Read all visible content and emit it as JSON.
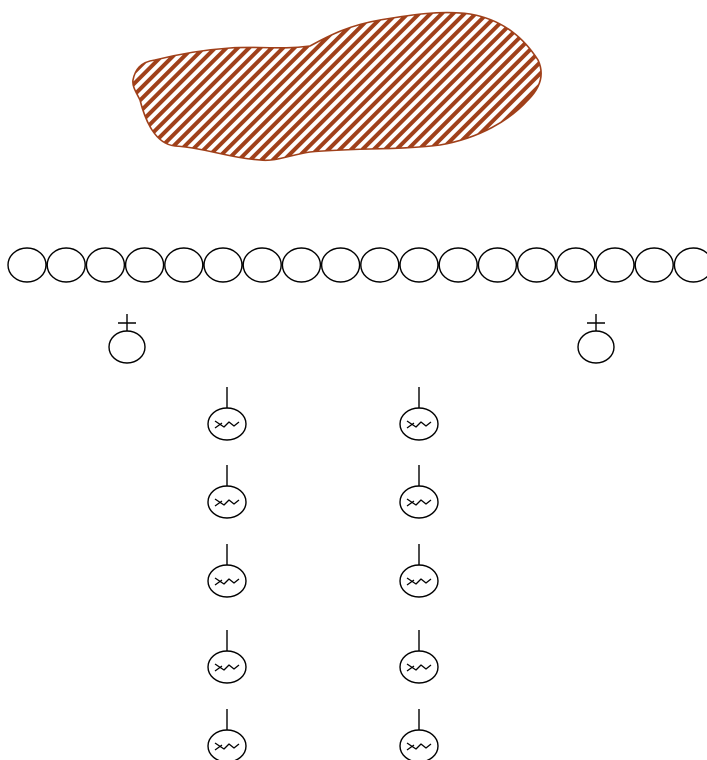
{
  "colors": {
    "blob_stroke": "#a0401a",
    "blob_hatch": "#a0401a",
    "background": "#ffffff",
    "line": "#000000"
  },
  "diagram": {
    "blob": {
      "icon": "hatched-irregular-shape"
    },
    "chain": {
      "icon": "circle-chain",
      "count": 18
    },
    "plus_symbols": {
      "icon": "circle-with-plus",
      "count": 2
    },
    "receptor_columns": {
      "icon": "circle-with-stem-and-zigzag",
      "columns": 2,
      "rows": 5
    }
  }
}
